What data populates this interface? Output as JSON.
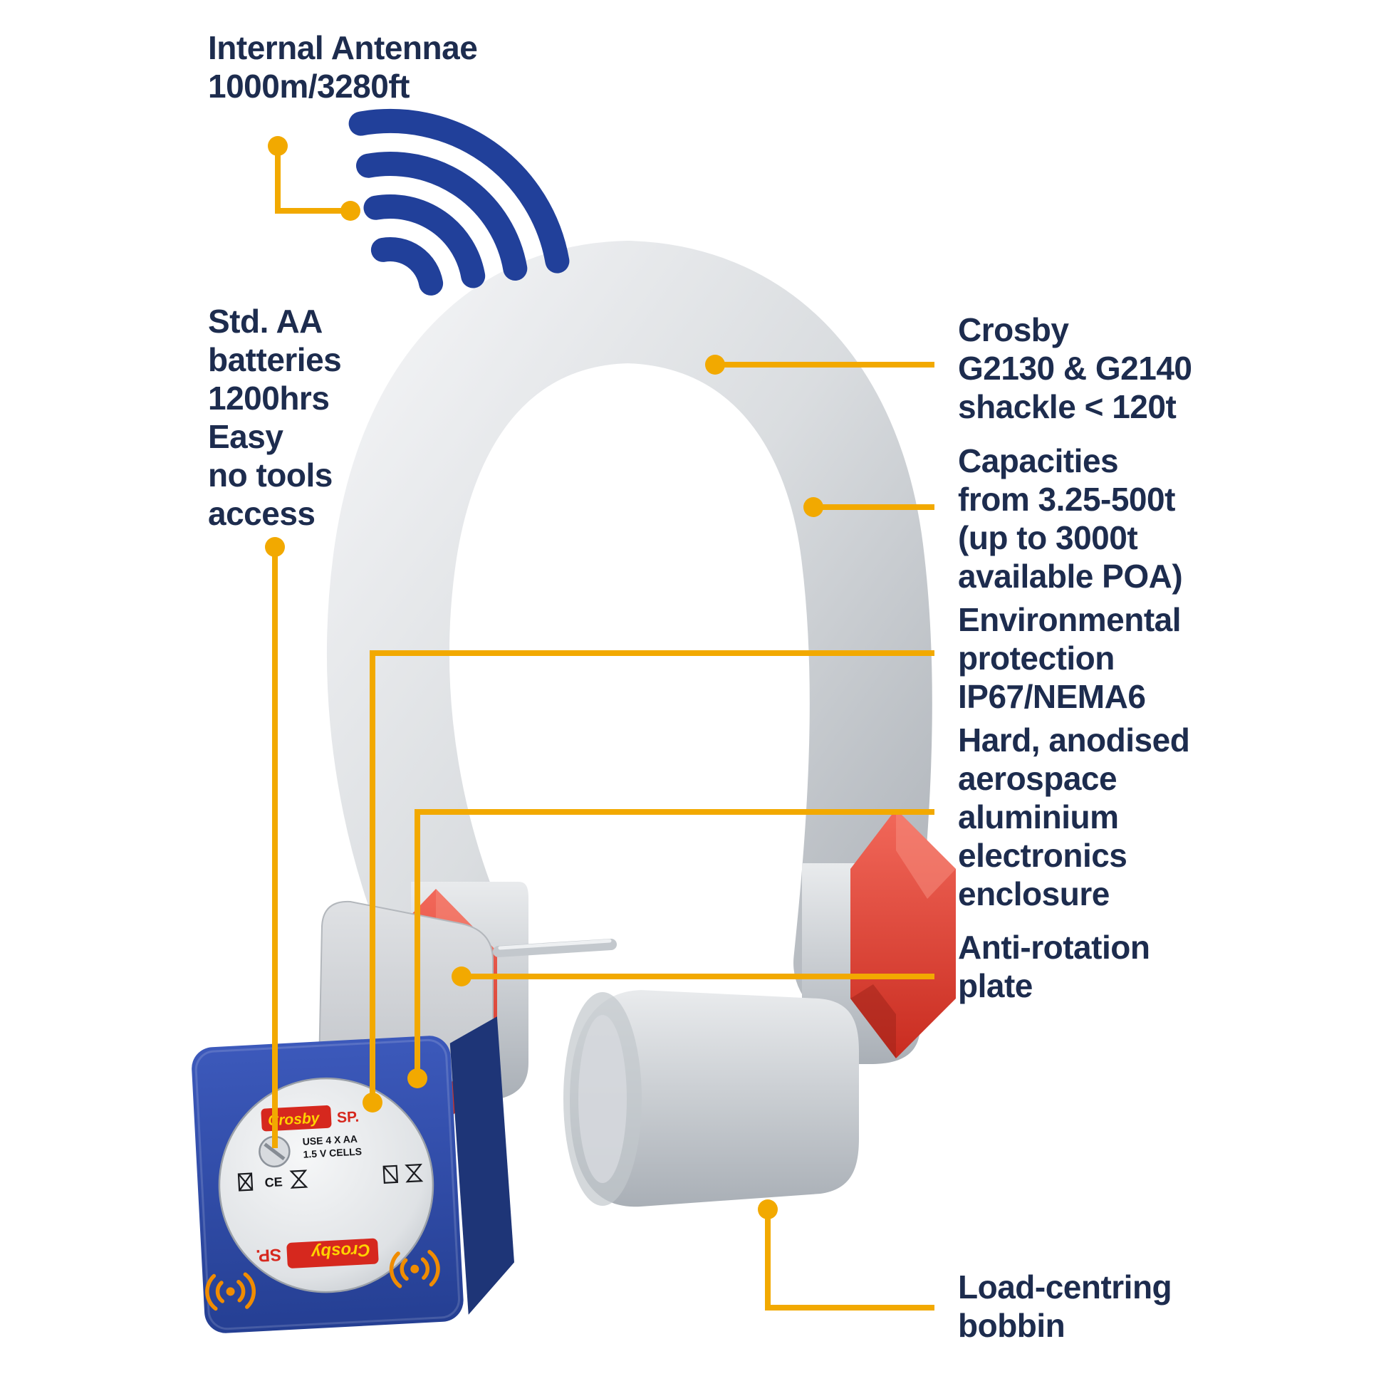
{
  "colors": {
    "accent": "#F2A900",
    "accent_orange": "#F08C00",
    "navy": "#1D2C4E",
    "wifi_blue": "#21409A",
    "box_blue": "#2F4FA8",
    "nut_red": "#D93425",
    "steel_gray": "#C9CDD2"
  },
  "callouts": {
    "internal_antennae": {
      "text": "Internal Antennae\n1000m/3280ft"
    },
    "batteries": {
      "text": "Std. AA\nbatteries\n1200hrs\nEasy\nno tools\naccess"
    },
    "shackle_model": {
      "text": "Crosby\nG2130 & G2140\nshackle < 120t"
    },
    "capacities": {
      "text": "Capacities\nfrom 3.25-500t\n(up to 3000t\navailable POA)"
    },
    "environmental": {
      "text": "Environmental\nprotection\nIP67/NEMA6"
    },
    "enclosure": {
      "text": "Hard, anodised\naerospace\naluminium\nelectronics\nenclosure"
    },
    "anti_rotation": {
      "text": "Anti-rotation\nplate"
    },
    "bobbin": {
      "text": "Load-centring\nbobbin"
    }
  },
  "device_label": {
    "brand": "Crosby",
    "brand2": "SP.",
    "battery_line1": "USE 4 X AA",
    "battery_line2": "1.5 V CELLS",
    "ce_mark": "CE"
  }
}
